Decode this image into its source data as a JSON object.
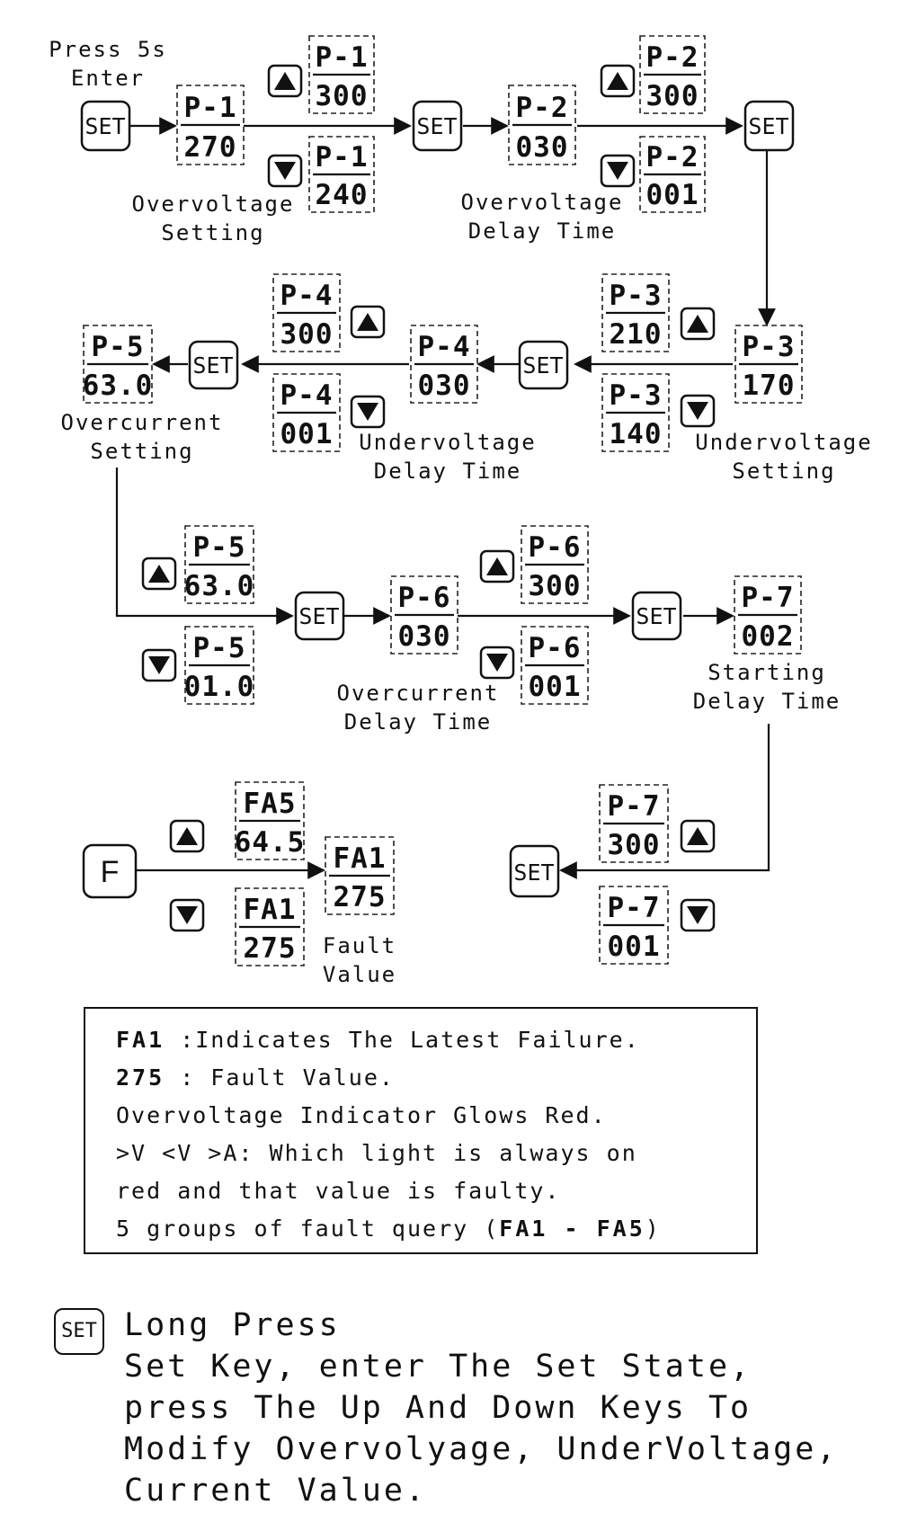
{
  "displays": {
    "p1_main": [
      "P-1",
      "270"
    ],
    "p1_up": [
      "P-1",
      "300"
    ],
    "p1_down": [
      "P-1",
      "240"
    ],
    "p2_main": [
      "P-2",
      "030"
    ],
    "p2_up": [
      "P-2",
      "300"
    ],
    "p2_down": [
      "P-2",
      "001"
    ],
    "p3_main": [
      "P-3",
      "170"
    ],
    "p3_up": [
      "P-3",
      "210"
    ],
    "p3_down": [
      "P-3",
      "140"
    ],
    "p4_main": [
      "P-4",
      "030"
    ],
    "p4_up": [
      "P-4",
      "300"
    ],
    "p4_down": [
      "P-4",
      "001"
    ],
    "p5_main": [
      "P-5",
      "63.0"
    ],
    "p5b_up": [
      "P-5",
      "63.0"
    ],
    "p5b_down": [
      "P-5",
      "01.0"
    ],
    "p6_main": [
      "P-6",
      "030"
    ],
    "p6_up": [
      "P-6",
      "300"
    ],
    "p6_down": [
      "P-6",
      "001"
    ],
    "p7_main": [
      "P-7",
      "002"
    ],
    "p7_up": [
      "P-7",
      "300"
    ],
    "p7_down": [
      "P-7",
      "001"
    ],
    "fa_main": [
      "FA1",
      "275"
    ],
    "fa_up": [
      "FA5",
      "64.5"
    ],
    "fa_down": [
      "FA1",
      "275"
    ]
  },
  "keys": {
    "set": "SET",
    "f": "F"
  },
  "labels": {
    "press_enter": [
      "Press 5s",
      "Enter"
    ],
    "overvoltage_setting": [
      "Overvoltage",
      "Setting"
    ],
    "overvoltage_delay": [
      "Overvoltage",
      "Delay Time"
    ],
    "undervoltage_setting": [
      "Undervoltage",
      "Setting"
    ],
    "undervoltage_delay": [
      "Undervoltage",
      "Delay Time"
    ],
    "overcurrent_setting": [
      "Overcurrent",
      "Setting"
    ],
    "overcurrent_delay": [
      "Overcurrent",
      "Delay Time"
    ],
    "starting_delay": [
      "Starting",
      "Delay Time"
    ],
    "fault_value": [
      "Fault",
      "Value"
    ]
  },
  "note": {
    "line1_code": "FA1",
    "line1_text": " :Indicates The Latest Failure.",
    "line2_code": "275",
    "line2_text": " : Fault Value.",
    "line3": "Overvoltage Indicator Glows Red.",
    "line4": ">V <V >A: Which light is always on",
    "line5": "red and that value is faulty.",
    "line6_prefix": "5 groups of fault query (",
    "line6_codes": "FA1 - FA5",
    "line6_suffix": ")"
  },
  "instructions": {
    "key": "SET",
    "lines": [
      "Long Press",
      "Set Key, enter The Set State,",
      "press The Up And Down Keys To",
      "Modify Overvolyage, UnderVoltage,",
      "Current Value."
    ]
  }
}
